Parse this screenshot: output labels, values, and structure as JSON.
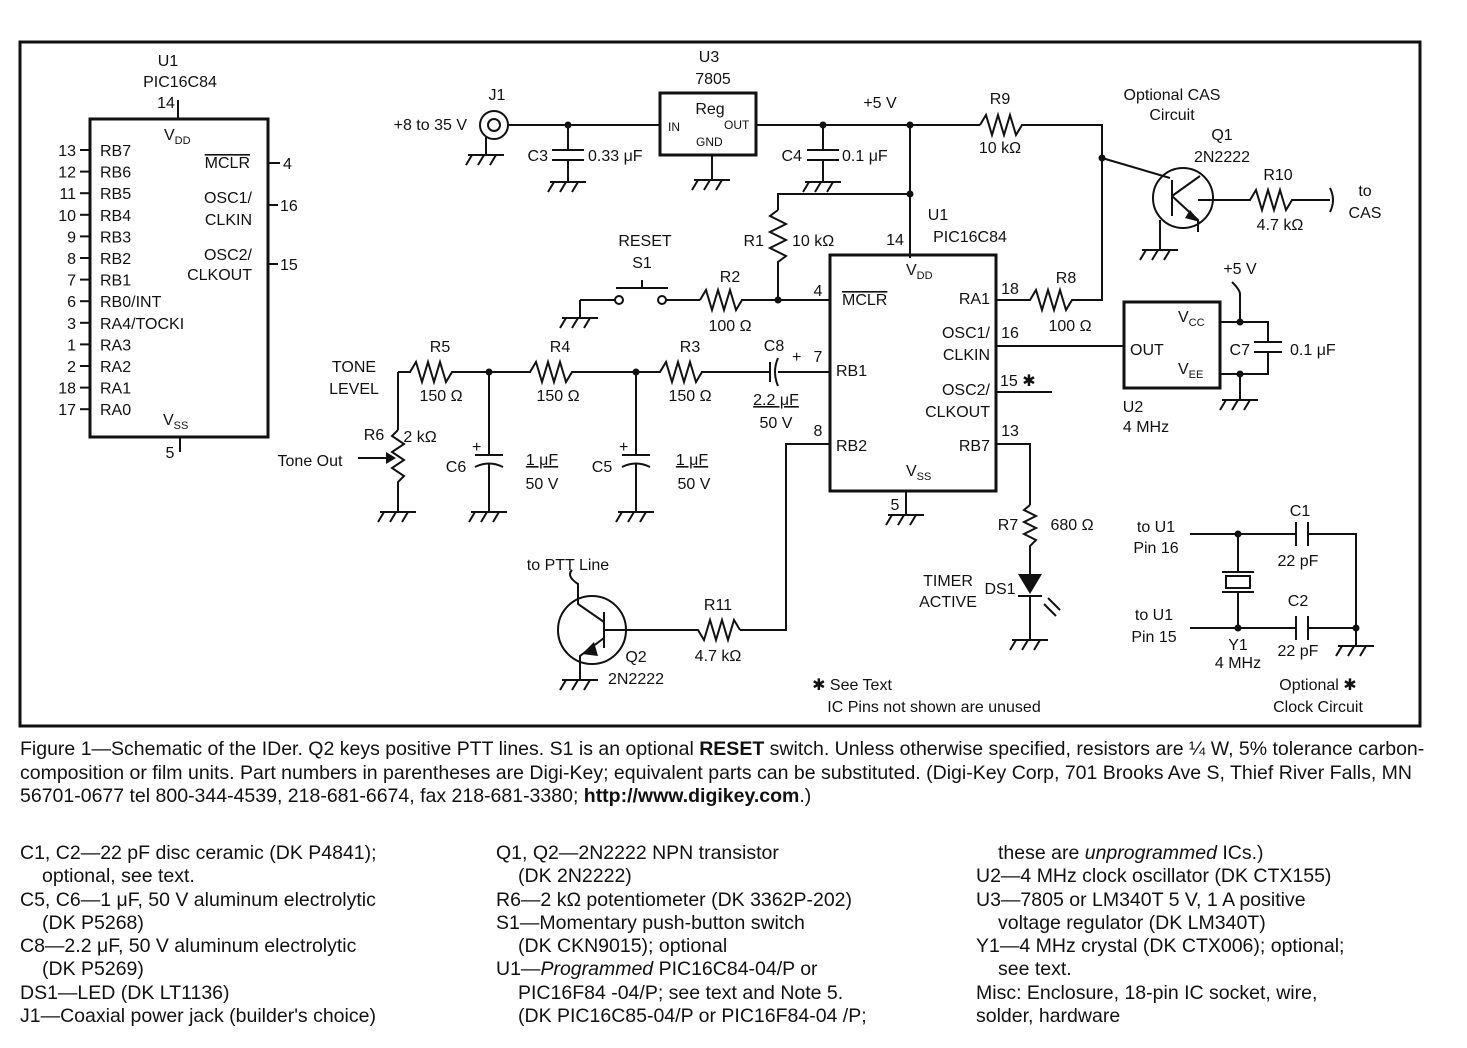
{
  "u1_left": {
    "ref": "U1",
    "part": "PIC16C84",
    "top_pin": "14",
    "vdd": "V",
    "vdd_sub": "DD",
    "mclr": "MCLR",
    "mclr_pin": "4",
    "osc1a": "OSC1/",
    "osc1b": "CLKIN",
    "osc1_pin": "16",
    "osc2a": "OSC2/",
    "osc2b": "CLKOUT",
    "osc2_pin": "15",
    "vss": "V",
    "vss_sub": "SS",
    "bottom_pin": "5",
    "left_pins": [
      {
        "num": "13",
        "name": "RB7"
      },
      {
        "num": "12",
        "name": "RB6"
      },
      {
        "num": "11",
        "name": "RB5"
      },
      {
        "num": "10",
        "name": "RB4"
      },
      {
        "num": "9",
        "name": "RB3"
      },
      {
        "num": "8",
        "name": "RB2"
      },
      {
        "num": "7",
        "name": "RB1"
      },
      {
        "num": "6",
        "name": "RB0/INT"
      },
      {
        "num": "3",
        "name": "RA4/TOCKI"
      },
      {
        "num": "1",
        "name": "RA3"
      },
      {
        "num": "2",
        "name": "RA2"
      },
      {
        "num": "18",
        "name": "RA1"
      },
      {
        "num": "17",
        "name": "RA0"
      }
    ]
  },
  "labels": {
    "j1": "J1",
    "supply": "+8 to 35 V",
    "c3": "C3",
    "c3_val": "0.33 μF",
    "u3": "U3",
    "u3_part": "7805",
    "reg": "Reg",
    "in": "IN",
    "out": "OUT",
    "gnd": "GND",
    "plus5": "+5 V",
    "c4": "C4",
    "c4_val": "0.1 μF",
    "r9": "R9",
    "r9_val": "10 kΩ",
    "opt_cas1": "Optional CAS",
    "opt_cas2": "Circuit",
    "q1": "Q1",
    "q1_part": "2N2222",
    "r10": "R10",
    "r10_val": "4.7 kΩ",
    "to": "to",
    "cas": "CAS",
    "r1": "R1",
    "r1_val": "10 kΩ",
    "u1": "U1",
    "u1_part": "PIC16C84",
    "pin14": "14",
    "reset": "RESET",
    "s1": "S1",
    "r2": "R2",
    "r2_val": "100 Ω",
    "pin4": "4",
    "mclr": "MCLR",
    "tone1": "TONE",
    "tone2": "LEVEL",
    "r5": "R5",
    "r5_val": "150 Ω",
    "r4": "R4",
    "r4_val": "150 Ω",
    "r3": "R3",
    "r3_val": "150 Ω",
    "c8": "C8",
    "c8_val": "2.2 μF",
    "c8_v": "50 V",
    "pin7": "7",
    "rb1": "RB1",
    "r6": "R6",
    "r6_val": "2 kΩ",
    "tone_out": "Tone Out",
    "c6": "C6",
    "c6_val": "1 μF",
    "c6_v": "50 V",
    "c5": "C5",
    "c5_val": "1 μF",
    "c5_v": "50 V",
    "pin8": "8",
    "rb2": "RB2",
    "vdd": "V",
    "vdd_sub": "DD",
    "ra1": "RA1",
    "pin18": "18",
    "r8": "R8",
    "r8_val": "100 Ω",
    "osc1a": "OSC1/",
    "osc1b": "CLKIN",
    "pin16": "16",
    "osc2a": "OSC2/",
    "osc2b": "CLKOUT",
    "pin15": "15 ✱",
    "rb7": "RB7",
    "pin13": "13",
    "vss": "V",
    "vss_sub": "SS",
    "pin5": "5",
    "u2_out": "OUT",
    "vcc": "V",
    "vcc_sub": "CC",
    "vee": "V",
    "vee_sub": "EE",
    "u2": "U2",
    "u2_freq": "4 MHz",
    "u2_plus5": "+5 V",
    "c7": "C7",
    "c7_val": "0.1 μF",
    "r7": "R7",
    "r7_val": "680 Ω",
    "timer1": "TIMER",
    "timer2": "ACTIVE",
    "ds1": "DS1",
    "to_ptt": "to PTT Line",
    "r11": "R11",
    "r11_val": "4.7 kΩ",
    "q2": "Q2",
    "q2_part": "2N2222",
    "see_text": "✱ See Text",
    "ic_pins": "IC Pins not shown are unused",
    "to_u1a": "to U1",
    "pin16b": "Pin 16",
    "to_u1b": "to U1",
    "pin15b": "Pin 15",
    "c1": "C1",
    "c1_val": "22 pF",
    "c2": "C2",
    "c2_val": "22 pF",
    "y1": "Y1",
    "y1_freq": "4 MHz",
    "opt_clock1": "Optional ✱",
    "opt_clock2": "Clock Circuit"
  },
  "caption": {
    "p1": "Figure 1—Schematic of the IDer. Q2 keys positive PTT lines. S1 is an optional ",
    "reset_word": "RESET",
    "p2": " switch. Unless otherwise specified, resistors are ¼ W, 5% tolerance carbon-composition or film units. Part numbers in parentheses are Digi-Key; equivalent parts can be substituted. (Digi-Key Corp, 701 Brooks Ave S, Thief River Falls, MN 56701-0677 tel 800-344-4539, 218-681-6674, fax 218-681-3380; ",
    "url": "http://www.digikey.com",
    "p3": ".)"
  },
  "parts_col1": [
    "C1, C2—22 pF disc ceramic (DK P4841);",
    "optional, see text.",
    "C5, C6—1 μF, 50 V aluminum electrolytic",
    "(DK P5268)",
    "C8—2.2 μF, 50 V aluminum electrolytic",
    "(DK P5269)",
    "DS1—LED (DK LT1136)",
    "J1—Coaxial power jack (builder's choice)"
  ],
  "parts_col2": [
    "Q1, Q2—2N2222 NPN transistor",
    "(DK 2N2222)",
    "R6—2 kΩ potentiometer (DK 3362P-202)",
    "S1—Momentary push-button switch",
    "(DK CKN9015); optional",
    "U1—",
    "Programmed",
    " PIC16C84-04/P or",
    "PIC16F84 -04/P; see text and Note 5.",
    "(DK PIC16C85-04/P or PIC16F84-04 /P;"
  ],
  "parts_col3": [
    "these are ",
    "unprogrammed",
    " ICs.)",
    "U2—4 MHz clock oscillator (DK CTX155)",
    "U3—7805 or LM340T  5 V, 1 A positive",
    "voltage regulator (DK LM340T)",
    "Y1—4 MHz crystal (DK CTX006); optional;",
    "see text.",
    "Misc: Enclosure, 18-pin IC socket, wire,",
    "solder, hardware"
  ]
}
